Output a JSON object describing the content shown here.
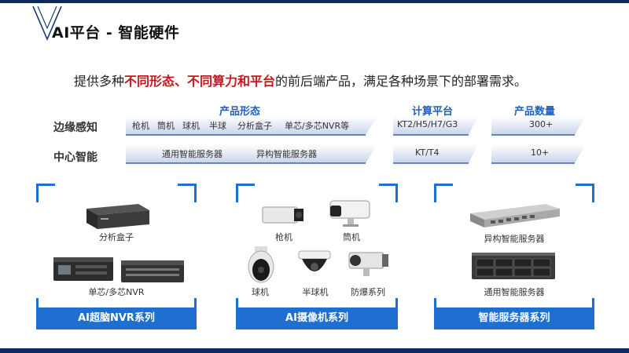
{
  "page": {
    "title": "AI平台 - 智能硬件"
  },
  "subtitle": {
    "prefix": "提供多种",
    "highlight": "不同形态、不同算力和平台",
    "suffix": "的前后端产品，满足各种场景下的部署需求。"
  },
  "table": {
    "headers": {
      "form": "产品形态",
      "platform": "计算平台",
      "count": "产品数量"
    },
    "rows": [
      {
        "label": "边缘感知",
        "form_items": [
          "枪机",
          "筒机",
          "球机",
          "半球",
          "分析盒子",
          "单芯/多芯NVR等"
        ],
        "platform": "KT2/H5/H7/G3",
        "count": "300+"
      },
      {
        "label": "中心智能",
        "form_items": [
          "通用智能服务器",
          "异构智能服务器"
        ],
        "platform": "KT/T4",
        "count": "10+"
      }
    ]
  },
  "cards": [
    {
      "footer": "AI超脑NVR系列",
      "products": [
        "分析盒子",
        "单芯/多芯NVR"
      ]
    },
    {
      "footer": "AI摄像机系列",
      "products": [
        "枪机",
        "筒机",
        "球机",
        "半球机",
        "防爆系列"
      ]
    },
    {
      "footer": "智能服务器系列",
      "products": [
        "异构智能服务器",
        "通用智能服务器"
      ]
    }
  ],
  "colors": {
    "accent_blue": "#1e6fd0",
    "header_blue": "#1f5fbf",
    "highlight_red": "#c8161d",
    "dark_navy": "#0b2a5e"
  }
}
